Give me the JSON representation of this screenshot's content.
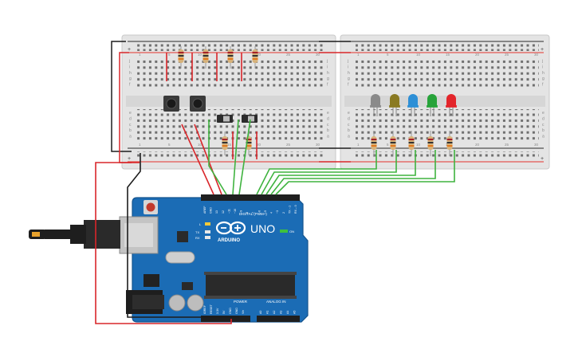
{
  "colors": {
    "breadboard": "#e4e4e4",
    "breadboard_edge": "#c9c9c9",
    "rail_red": "#e5322d",
    "rail_black": "#2a2a2a",
    "board": "#1b6cb5",
    "board_dark": "#15548e",
    "wire_red": "#d9262a",
    "wire_black": "#1d1d1d",
    "wire_green": "#3fb33f",
    "led_colors": [
      "#8a8a8a",
      "#8a7a22",
      "#2d8fd6",
      "#27a33a",
      "#e3252b"
    ]
  },
  "breadboard_left": {
    "row_labels_top": [
      "j",
      "i",
      "h",
      "g",
      "f"
    ],
    "row_labels_bottom": [
      "e",
      "d",
      "c",
      "b",
      "a"
    ],
    "column_numbers": [
      "1",
      "5",
      "10",
      "15",
      "20",
      "25",
      "30"
    ]
  },
  "breadboard_right": {
    "row_labels_top": [
      "j",
      "i",
      "h",
      "g",
      "f"
    ],
    "row_labels_bottom": [
      "e",
      "d",
      "c",
      "b",
      "a"
    ],
    "column_numbers": [
      "1",
      "5",
      "10",
      "15",
      "20",
      "25",
      "30"
    ]
  },
  "rail_signs": {
    "plus": "+",
    "minus": "−"
  },
  "arduino": {
    "brand": "ARDUINO",
    "model": "UNO",
    "digital_label": "DIGITAL (PWM~)",
    "power_label": "POWER",
    "analog_label": "ANALOG IN",
    "on_label": "ON",
    "tx_label": "TX",
    "rx_label": "RX",
    "l_label": "L",
    "digital_pins": [
      "AREF",
      "GND",
      "13",
      "12",
      "~11",
      "~10",
      "~9",
      "8",
      "7",
      "~6",
      "~5",
      "4",
      "~3",
      "2",
      "TX→1",
      "RX←0"
    ],
    "power_pins": [
      "IOREF",
      "RESET",
      "3.3V",
      "5V",
      "GND",
      "GND",
      "Vin"
    ],
    "analog_pins": [
      "A0",
      "A1",
      "A2",
      "A3",
      "A4",
      "A5"
    ]
  },
  "components": {
    "pushbuttons": 2,
    "slide_switches": 2,
    "leds": 5,
    "resistors": 11
  }
}
